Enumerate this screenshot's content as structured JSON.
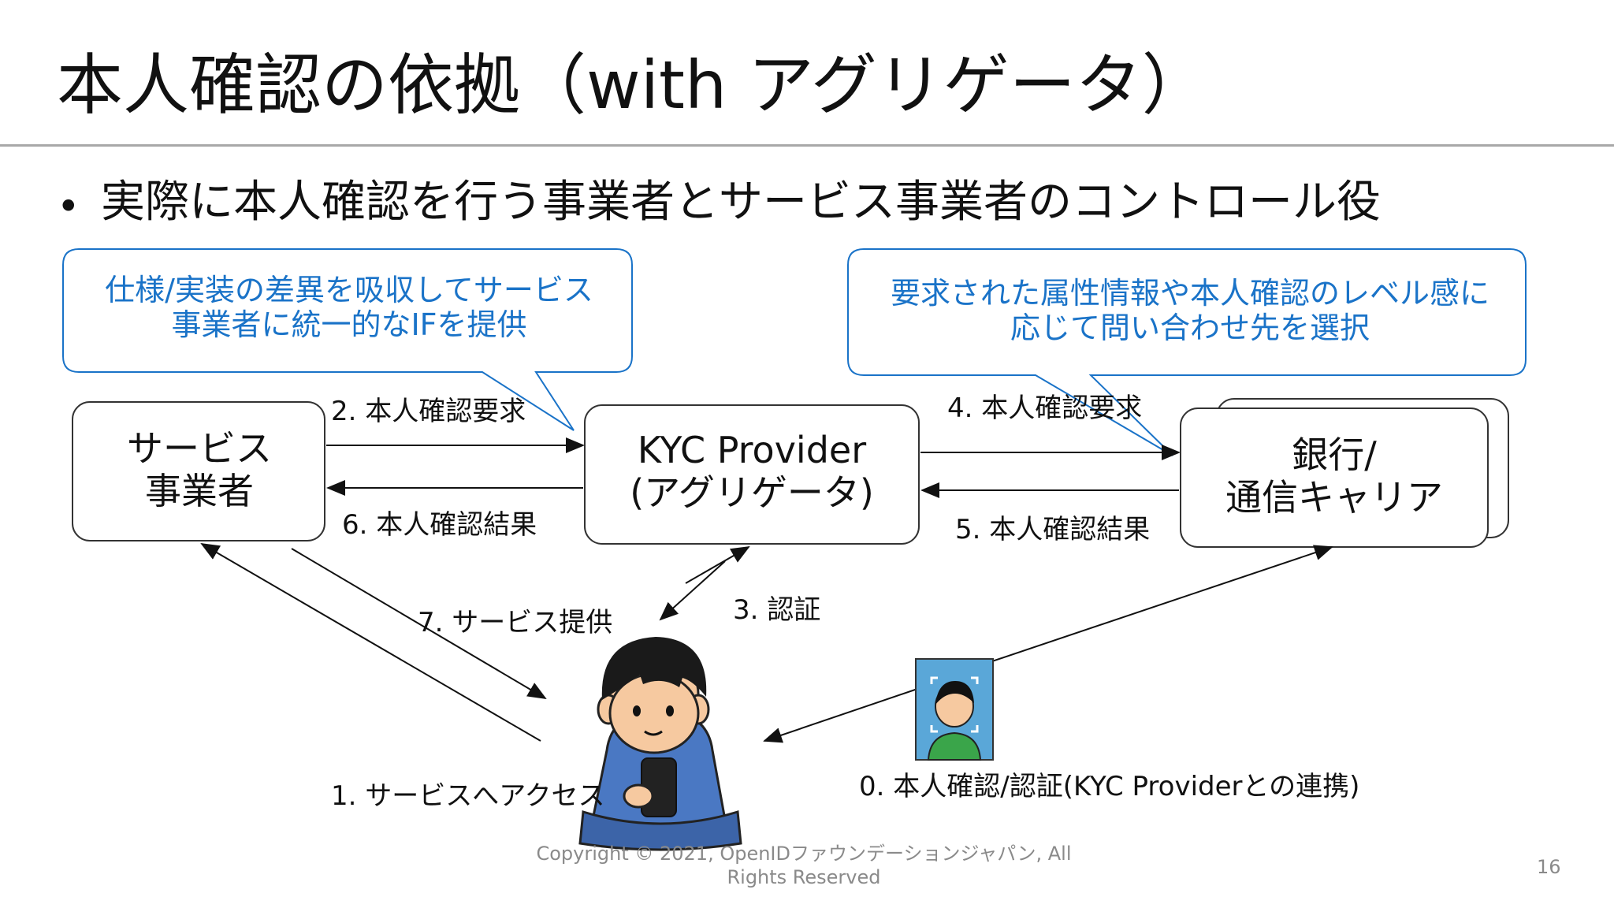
{
  "slide": {
    "title": "本人確認の依拠（with アグリゲータ）",
    "bullet_marker": "•",
    "bullet_text": "実際に本人確認を行う事業者とサービス事業者のコントロール役",
    "page_number": "16",
    "footer": "Copyright © 2021, OpenIDファウンデーションジャパン, All Rights Reserved"
  },
  "callouts": {
    "left": "仕様/実装の差異を吸収してサービス事業者に統一的なIFを提供",
    "right": "要求された属性情報や本人確認のレベル感に応じて問い合わせ先を選択"
  },
  "boxes": {
    "service": "サービス事業者",
    "kyc": "KYC Provider\n(アグリゲータ)",
    "bank": "銀行/\n通信キャリア"
  },
  "arrows": {
    "a0": "0. 本人確認/認証(KYC Providerとの連携)",
    "a1": "1. サービスへアクセス",
    "a2": "2. 本人確認要求",
    "a3": "3. 認証",
    "a4": "4. 本人確認要求",
    "a5": "5. 本人確認結果",
    "a6": "6. 本人確認結果",
    "a7": "7. サービス提供"
  },
  "colors": {
    "callout_text": "#1a73c8",
    "callout_border": "#1a73c8",
    "box_border": "#333333",
    "arrow": "#111111"
  }
}
